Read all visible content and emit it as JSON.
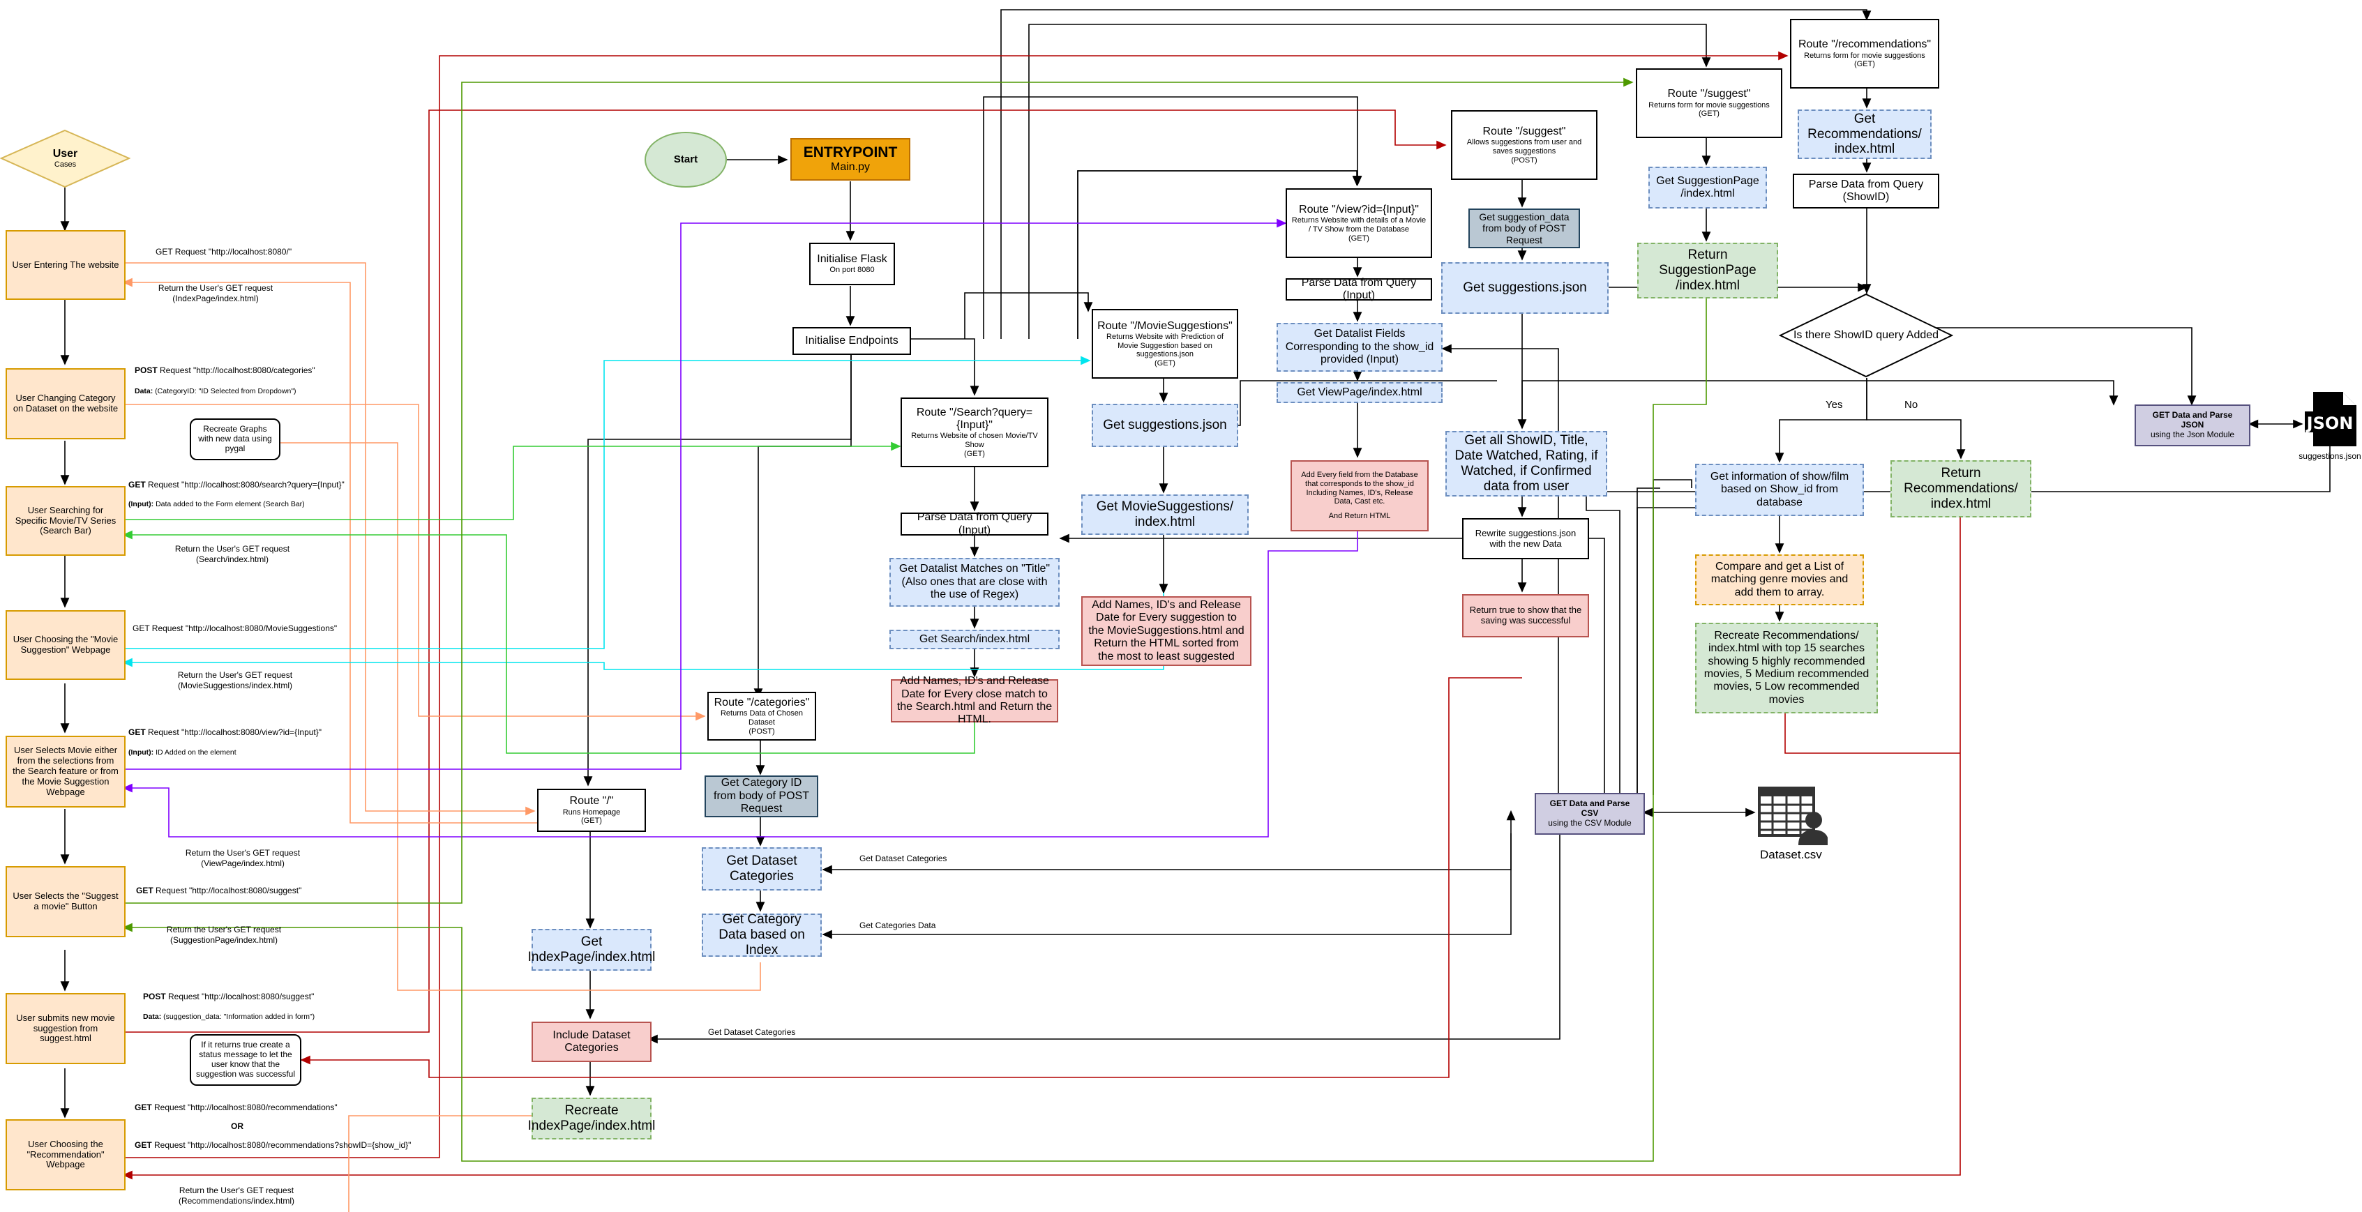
{
  "user": {
    "title": "User",
    "subtitle": "Cases"
  },
  "start": "Start",
  "entry": {
    "title": "ENTRYPOINT",
    "subtitle": "Main.py"
  },
  "flask": {
    "title": "Initialise Flask",
    "subtitle": "On port 8080"
  },
  "endpoints": "Initialise Endpoints",
  "cases": [
    "User Entering The website",
    "User Changing Category on Dataset on the website",
    "User Searching for Specific Movie/TV Series (Search Bar)",
    "User Choosing the \"Movie Suggestion\" Webpage",
    "User Selects Movie either from the selections from the Search feature or from the Movie Suggestion Webpage",
    "User Selects the \"Suggest a movie\" Button",
    "User submits new movie suggestion from suggest.html",
    "User Choosing the \"Recommendation\" Webpage"
  ],
  "requests": {
    "r1_get": "GET Request \"http://localhost:8080/\"",
    "r1_ret": "Return the User's GET request",
    "r1_ret2": "(IndexPage/index.html)",
    "r2_post_b": "POST",
    "r2_post": " Request \"http://localhost:8080/categories\"",
    "r2_data_b": "Data:",
    "r2_data": " (CategoryID: \"ID Selected from Dropdown\")",
    "r3_get_b": "GET",
    "r3_get": " Request \"http://localhost:8080/search?query={Input}\"",
    "r3_input_b": "(Input):",
    "r3_input": " Data added to the Form element (Search Bar)",
    "r3_ret": "Return the User's GET request",
    "r3_ret2": "(Search/index.html)",
    "r4_get": "GET Request \"http://localhost:8080/MovieSuggestions\"",
    "r4_ret": "Return the User's GET request",
    "r4_ret2": "(MovieSuggestions/index.html)",
    "r5_get_b": "GET",
    "r5_get": " Request \"http://localhost:8080/view?id={Input}\"",
    "r5_input_b": "(Input):",
    "r5_input": " ID Added on the element",
    "r5_ret": "Return the User's GET request",
    "r5_ret2": "(ViewPage/index.html)",
    "r6_get_b": "GET",
    "r6_get": " Request \"http://localhost:8080/suggest\"",
    "r6_ret": "Return the User's GET request",
    "r6_ret2": "(SuggestionPage/index.html)",
    "r7_post_b": "POST",
    "r7_post": " Request \"http://localhost:8080/suggest\"",
    "r7_data_b": "Data:",
    "r7_data": " (suggestion_data: \"Information added in form\")",
    "r8_get1_b": "GET",
    "r8_get1": " Request \"http://localhost:8080/recommendations\"",
    "r8_or": "OR",
    "r8_get2_b": "GET",
    "r8_get2": " Request \"http://localhost:8080/recommendations?showID={show_id}\"",
    "r8_ret": "Return the User's GET request",
    "r8_ret2": "(Recommendations/index.html)"
  },
  "notes": {
    "graphs": "Recreate Graphs with new data using pygal",
    "status": "If it returns true create a status message to let the user know that the suggestion was successful"
  },
  "route_home": {
    "title": "Route \"/\"",
    "sub1": "Runs Homepage",
    "sub2": "(GET)"
  },
  "route_categories": {
    "title": "Route \"/categories\"",
    "sub1": "Returns Data of Chosen Dataset",
    "sub2": "(POST)"
  },
  "categories_flow": {
    "get_category_id": "Get Category ID from body of POST Request",
    "get_dataset_categories": "Get Dataset Categories",
    "get_category_data": "Get Category Data based on Index",
    "get_indexpage": "Get IndexPage/index.html",
    "include_categories": "Include Dataset Categories",
    "recreate_indexpage": "Recreate IndexPage/index.html"
  },
  "route_search": {
    "title": "Route \"/Search?query={Input}\"",
    "sub1": "Returns Website of chosen Movie/TV Show",
    "sub2": "(GET)"
  },
  "search_flow": {
    "parse": "Parse Data from Query (Input)",
    "datalist": "Get Datalist Matches on \"Title\" (Also ones that are close with the use of Regex)",
    "get_search": "Get Search/index.html",
    "add_names": "Add Names, ID's and Release Date for Every close match to the Search.html and Return the HTML."
  },
  "route_moviesug": {
    "title": "Route \"/MovieSuggestions\"",
    "sub1": "Returns Website with Prediction of Movie Suggestion based on suggestions.json",
    "sub2": "(GET)"
  },
  "moviesug_flow": {
    "get_json": "Get suggestions.json",
    "get_page": "Get MovieSuggestions/ index.html",
    "add_names": "Add Names, ID's and Release Date for Every suggestion to the MovieSuggestions.html and Return the HTML sorted from the most to least suggested"
  },
  "route_view": {
    "title": "Route \"/view?id={Input}\"",
    "sub1": "Returns Website with details of a Movie / TV Show from the Database",
    "sub2": "(GET)"
  },
  "view_flow": {
    "parse": "Parse Data from Query (Input)",
    "datalist": "Get Datalist Fields Corresponding to the show_id provided (Input)",
    "get_page": "Get ViewPage/index.html",
    "add_every": "Add Every field from the Database that corresponds to the show_id Including Names, ID's, Release Data, Cast etc.",
    "and_return": "And Return HTML"
  },
  "route_suggest_post": {
    "title": "Route \"/suggest\"",
    "sub1": "Allows suggestions from user and saves suggestions",
    "sub2": "(POST)"
  },
  "suggest_post_flow": {
    "get_data": "Get suggestion_data from body of POST Request",
    "get_json": "Get suggestions.json",
    "get_all": "Get all ShowID, Title, Date Watched, Rating, if Watched, if Confirmed data from user",
    "rewrite": "Rewrite suggestions.json with the new Data",
    "return_true": "Return true to show that the saving was successful"
  },
  "route_suggest_get": {
    "title": "Route \"/suggest\"",
    "sub1": "Returns form for movie suggestions",
    "sub2": "(GET)"
  },
  "suggest_get_flow": {
    "get_page": "Get SuggestionPage /index.html",
    "return_page": "Return SuggestionPage /index.html"
  },
  "route_recommend": {
    "title": "Route \"/recommendations\"",
    "sub1": "Returns form for movie suggestions",
    "sub2": "(GET)"
  },
  "recommend_flow": {
    "get_page": "Get Recommendations/ index.html",
    "parse": "Parse Data from Query (ShowID)",
    "decision": "Is there ShowID query Added",
    "yes": "Yes",
    "no": "No",
    "get_info": "Get information of show/film based on Show_id from database",
    "compare": "Compare and get a List of matching genre movies and add them to array.",
    "recreate": "Recreate Recommendations/ index.html with top 15 searches showing 5 highly recommended movies, 5 Medium recommended movies, 5 Low recommended movies",
    "return_rec": "Return Recommendations/ index.html"
  },
  "json_module": {
    "bold": "GET Data and Parse JSON",
    "rest": "using the Json Module"
  },
  "json_file": {
    "icon": "JSON",
    "label": "suggestions.json"
  },
  "csv_module": {
    "bold": "GET Data and Parse CSV",
    "rest": "using the CSV Module"
  },
  "dataset": {
    "label": "Dataset.csv"
  },
  "edge_labels": {
    "dataset_categories": "Get Dataset Categories",
    "categories_data": "Get Categories Data",
    "dataset_categories2": "Get Dataset Categories"
  },
  "colors": {
    "red": "#b20000",
    "orange": "#ff9966",
    "cyan": "#00e5ee",
    "green": "#33cc33",
    "purple": "#7f00ff",
    "olive": "#4d9900",
    "black": "#000000"
  }
}
